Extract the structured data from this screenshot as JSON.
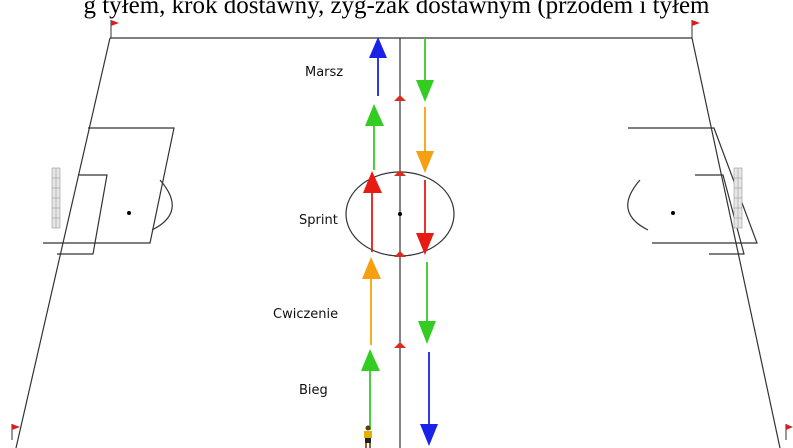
{
  "caption_text": "g tyłem, krok dostawny, zyg-zak dostawnym (przodem i tyłem",
  "labels": {
    "marsz": "Marsz",
    "sprint": "Sprint",
    "cwiczenie": "Cwiczenie",
    "bieg": "Bieg"
  },
  "colors": {
    "blue": "#1a22e8",
    "green": "#33cc22",
    "red": "#e81a14",
    "orange": "#f5a010",
    "line": "#333333",
    "flag": "#d42020",
    "cone": "#d43020"
  },
  "icons": [
    "corner-flag-icon",
    "goal-net-icon",
    "cone-icon",
    "player-icon"
  ]
}
